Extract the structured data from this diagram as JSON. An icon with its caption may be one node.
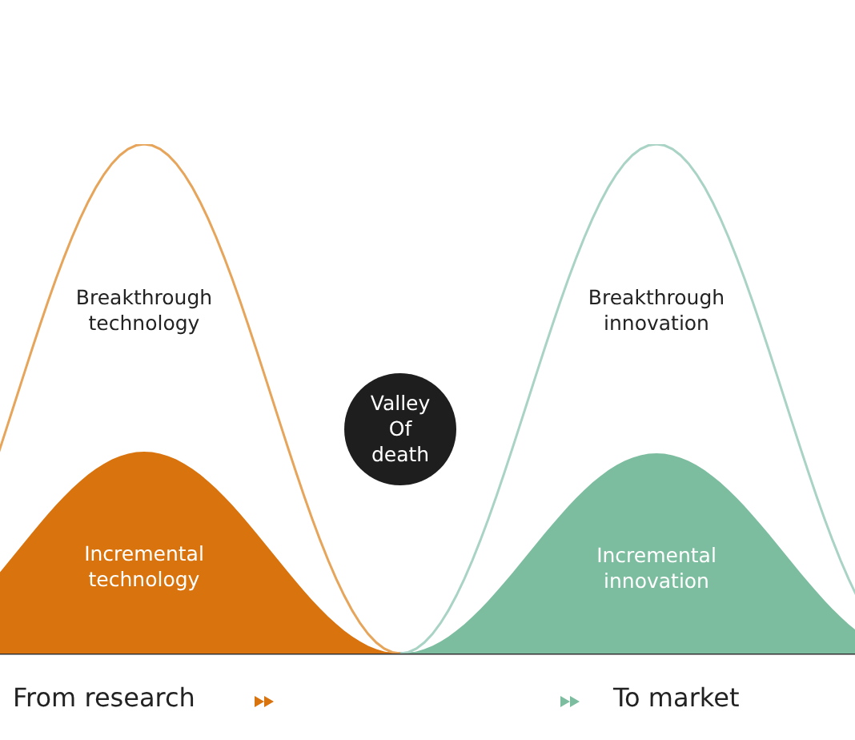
{
  "diagram": {
    "nodes": [
      {
        "text": [
          "Breakthrough technology"
        ]
      },
      {
        "text": [
          "Breakthrough innovation"
        ]
      },
      {
        "text": [
          "Valley Of death"
        ]
      },
      {
        "text": [
          "Incremental technology"
        ],
        "in": 0
      },
      {
        "text": [
          "Incremental innovation"
        ],
        "in": 1
      }
    ],
    "labels": [
      "From research",
      "To market"
    ]
  }
}
